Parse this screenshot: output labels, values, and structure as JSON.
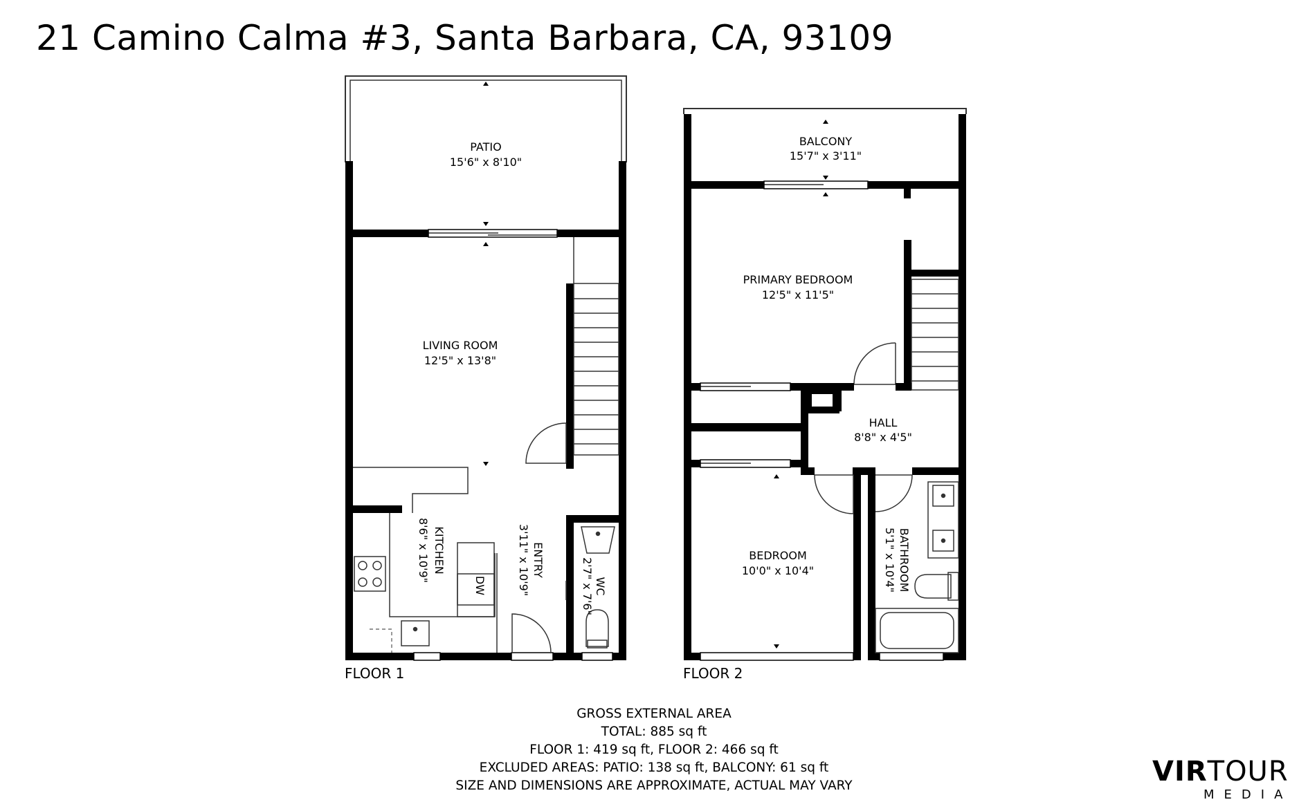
{
  "header": {
    "address": "21 Camino Calma #3, Santa Barbara, CA, 93109"
  },
  "floor1": {
    "label": "FLOOR 1",
    "rooms": {
      "patio": {
        "name": "PATIO",
        "dims": "15'6\" x 8'10\""
      },
      "living_room": {
        "name": "LIVING ROOM",
        "dims": "12'5\" x 13'8\""
      },
      "kitchen": {
        "name": "KITCHEN",
        "dims": "8'6\" x 10'9\""
      },
      "entry": {
        "name": "ENTRY",
        "dims": "3'11\" x 10'9\""
      },
      "wc": {
        "name": "WC",
        "dims": "2'7\" x 7'6\""
      }
    },
    "appliance_tag": "DW"
  },
  "floor2": {
    "label": "FLOOR 2",
    "rooms": {
      "balcony": {
        "name": "BALCONY",
        "dims": "15'7\" x 3'11\""
      },
      "primary_bedroom": {
        "name": "PRIMARY BEDROOM",
        "dims": "12'5\" x 11'5\""
      },
      "hall": {
        "name": "HALL",
        "dims": "8'8\" x 4'5\""
      },
      "bedroom": {
        "name": "BEDROOM",
        "dims": "10'0\" x 10'4\""
      },
      "bathroom": {
        "name": "BATHROOM",
        "dims": "5'1\" x 10'4\""
      }
    }
  },
  "area_summary": {
    "heading": "GROSS EXTERNAL AREA",
    "total": "TOTAL: 885 sq ft",
    "floors": "FLOOR 1: 419 sq ft, FLOOR 2: 466 sq ft",
    "excluded": "EXCLUDED AREAS: PATIO: 138 sq ft, BALCONY: 61 sq ft",
    "disclaimer": "SIZE AND DIMENSIONS ARE APPROXIMATE, ACTUAL MAY VARY"
  },
  "logo": {
    "bold": "VIR",
    "light": "TOUR",
    "sub": "MEDIA"
  },
  "colors": {
    "wall": "#000000",
    "background": "#ffffff",
    "thin_line": "#333333"
  }
}
